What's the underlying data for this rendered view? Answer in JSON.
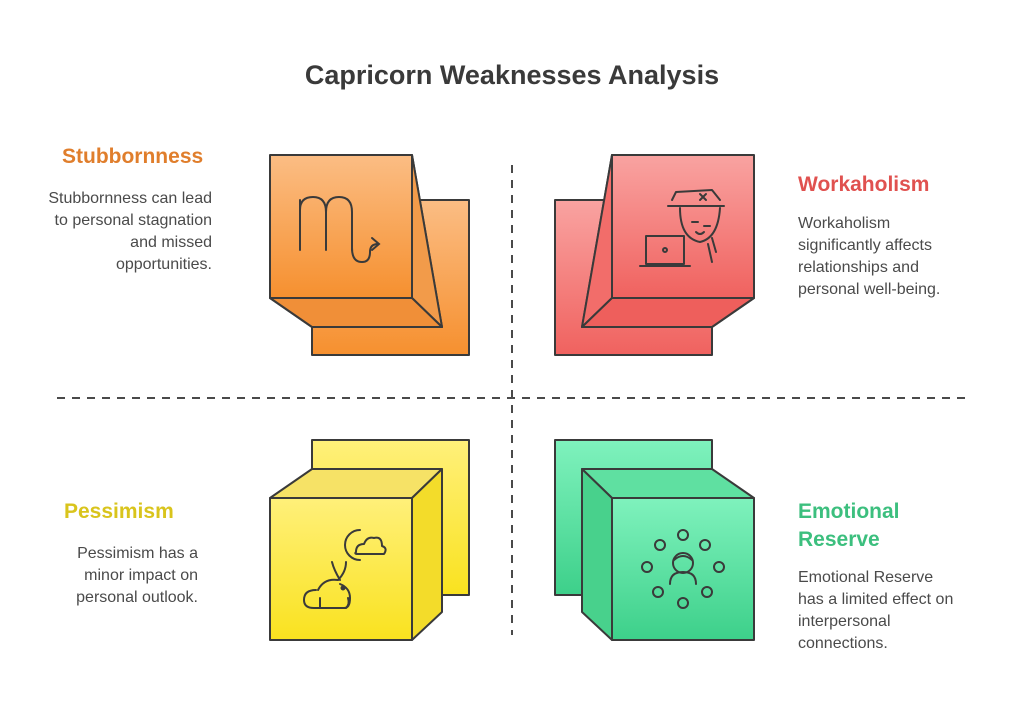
{
  "title": "Capricorn Weaknesses Analysis",
  "quadrants": [
    {
      "heading": "Stubbornness",
      "description": "Stubbornness can lead to personal stagnation and missed opportunities.",
      "color": "#e07e2c",
      "icon": "capricorn-symbol-icon"
    },
    {
      "heading": "Workaholism",
      "description": "Workaholism significantly affects relationships and personal well-being.",
      "color": "#e0514f",
      "icon": "overworked-person-laptop-icon"
    },
    {
      "heading": "Pessimism",
      "description": "Pessimism has a minor impact on personal outlook.",
      "color": "#d9c41c",
      "icon": "rabbit-moon-cloud-icon"
    },
    {
      "heading": "Emotional Reserve",
      "description": "Emotional Reserve has a limited effect on interpersonal connections.",
      "color": "#3cbf7e",
      "icon": "person-circle-icon"
    }
  ]
}
